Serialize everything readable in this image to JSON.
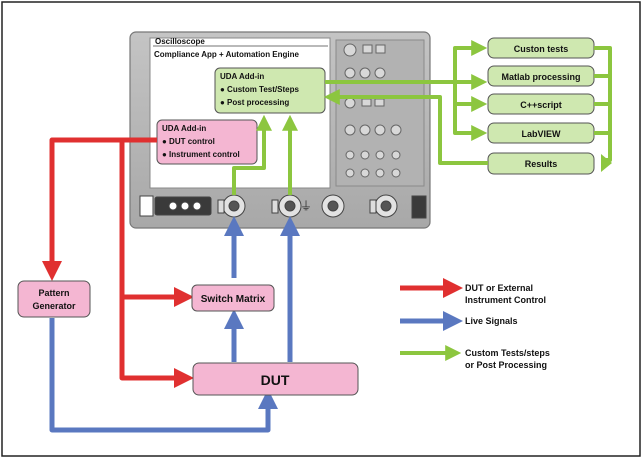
{
  "scope": {
    "title": "Oscilloscope",
    "app_label": "Compliance App + Automation Engine"
  },
  "uda_top": {
    "title": "UDA Add-in",
    "items": [
      "● Custom Test/Steps",
      "● Post processing"
    ]
  },
  "uda_left": {
    "title": "UDA Add-in",
    "items": [
      "● DUT control",
      "● Instrument control"
    ]
  },
  "right_boxes": [
    "Custon tests",
    "Matlab processing",
    "C++script",
    "LabVIEW",
    "Results"
  ],
  "pattern_generator": [
    "Pattern",
    "Generator"
  ],
  "switch_matrix": "Switch Matrix",
  "dut": "DUT",
  "legend": [
    {
      "color_name": "red",
      "color": "#e03030",
      "lines": [
        "DUT or External",
        "Instrument Control"
      ]
    },
    {
      "color_name": "blue",
      "color": "#5a78c0",
      "lines": [
        "Live Signals"
      ]
    },
    {
      "color_name": "green",
      "color": "#8cc63f",
      "lines": [
        "Custom Tests/steps",
        "or Post Processing"
      ]
    }
  ],
  "colors": {
    "red_arrow": "#e03030",
    "blue_arrow": "#5a78c0",
    "green_arrow": "#8cc63f",
    "pink_box": "#f4b6d2",
    "green_box": "#cfe8b0"
  }
}
